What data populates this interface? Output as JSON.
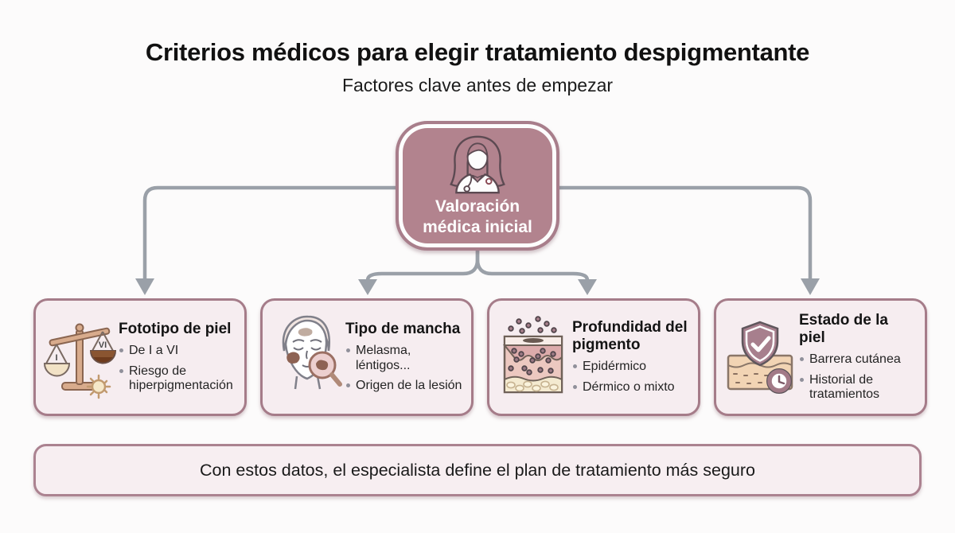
{
  "header": {
    "title": "Criterios médicos para elegir tratamiento despigmentante",
    "subtitle": "Factores clave antes de empezar"
  },
  "root_node": {
    "label": "Valoración médica inicial",
    "icon": "female-doctor-icon"
  },
  "cards": [
    {
      "icon": "balance-scale-sun-icon",
      "title": "Fototipo de piel",
      "bullets": [
        "De I a VI",
        "Riesgo de hiperpigmentación"
      ]
    },
    {
      "icon": "face-spots-magnifier-icon",
      "title": "Tipo de mancha",
      "bullets": [
        "Melasma, léntigos...",
        "Origen de la lesión"
      ]
    },
    {
      "icon": "skin-layers-pigment-icon",
      "title": "Profundidad del pigmento",
      "bullets": [
        "Epidérmico",
        "Dérmico o mixto"
      ]
    },
    {
      "icon": "shield-check-clock-icon",
      "title": "Estado de la piel",
      "bullets": [
        "Barrera cutánea",
        "Historial de tratamientos"
      ]
    }
  ],
  "footer": {
    "text": "Con estos datos, el especialista define el plan de tratamiento más seguro"
  },
  "colors": {
    "node_fill": "#b2838e",
    "card_fill": "#f6edf0",
    "card_border": "#a57c89",
    "connector_gray": "#9aa0a8",
    "background": "#fcfbfb"
  }
}
